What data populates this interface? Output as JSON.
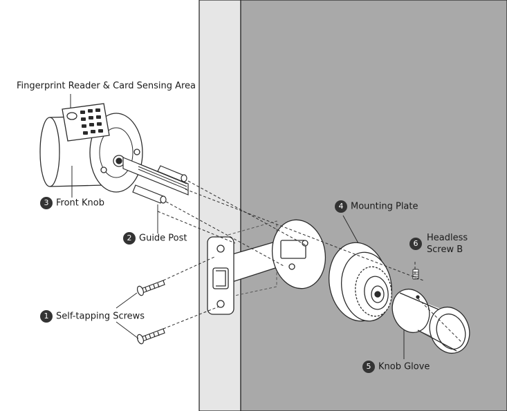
{
  "colors": {
    "door_face": "#a9a9a9",
    "door_edge": "#e6e6e6",
    "line": "#2b2b2b",
    "badge": "#333333",
    "part_fill": "#ffffff"
  },
  "labels": {
    "fingerprint": "Fingerprint Reader & Card Sensing Area",
    "front_knob": {
      "number": "3",
      "text": "Front Knob"
    },
    "guide_post": {
      "number": "2",
      "text": "Guide Post"
    },
    "screws": {
      "number": "1",
      "text": "Self-tapping Screws"
    },
    "mounting_plate": {
      "number": "4",
      "text": "Mounting Plate"
    },
    "headless_screw": {
      "number": "6",
      "line1": "Headless",
      "line2": "Screw B"
    },
    "knob_glove": {
      "number": "5",
      "text": "Knob Glove"
    }
  }
}
